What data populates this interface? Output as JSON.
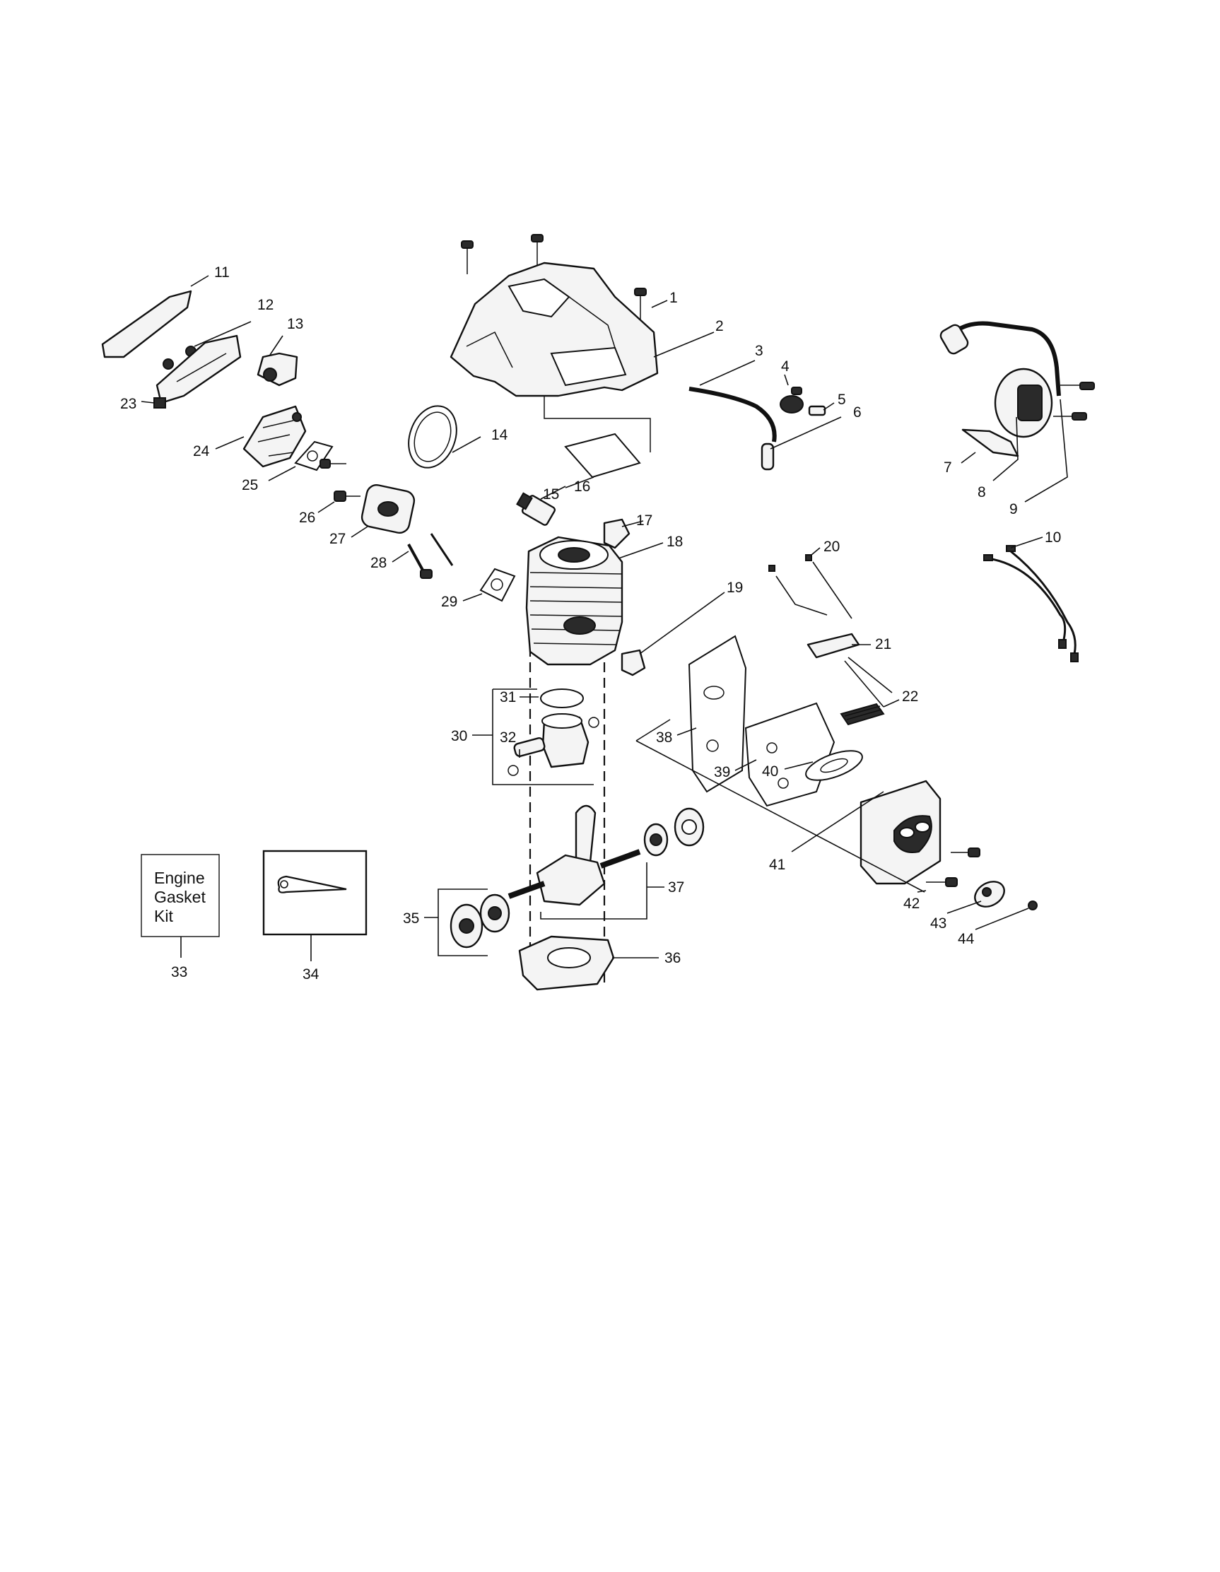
{
  "callouts": {
    "1": "1",
    "2": "2",
    "3": "3",
    "4": "4",
    "5": "5",
    "6": "6",
    "7": "7",
    "8": "8",
    "9": "9",
    "10": "10",
    "11": "11",
    "12": "12",
    "13": "13",
    "14": "14",
    "15": "15",
    "16": "16",
    "17": "17",
    "18": "18",
    "19": "19",
    "20": "20",
    "21": "21",
    "22": "22",
    "23": "23",
    "24": "24",
    "25": "25",
    "26": "26",
    "27": "27",
    "28": "28",
    "29": "29",
    "30": "30",
    "31": "31",
    "32": "32",
    "33": "33",
    "34": "34",
    "35": "35",
    "36": "36",
    "37": "37",
    "38": "38",
    "39": "39",
    "40": "40",
    "41": "41",
    "42": "42",
    "43": "43",
    "44": "44"
  },
  "gasket_kit_box": {
    "line1": "Engine",
    "line2": "Gasket",
    "line3": "Kit"
  }
}
